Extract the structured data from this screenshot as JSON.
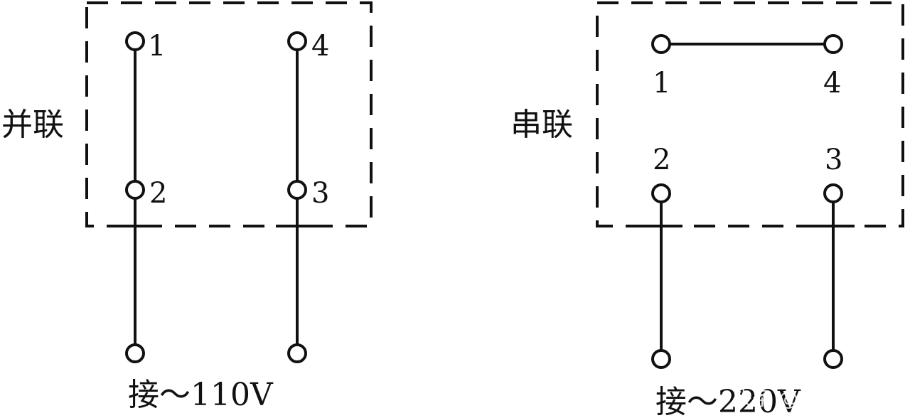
{
  "parallel": {
    "title": "并联",
    "terminals": [
      "1",
      "2",
      "3",
      "4"
    ],
    "supply": "接～110V"
  },
  "series": {
    "title": "串联",
    "terminals": [
      "1",
      "2",
      "3",
      "4"
    ],
    "supply": "接～220V"
  },
  "watermark": "头条 @电气宝典"
}
